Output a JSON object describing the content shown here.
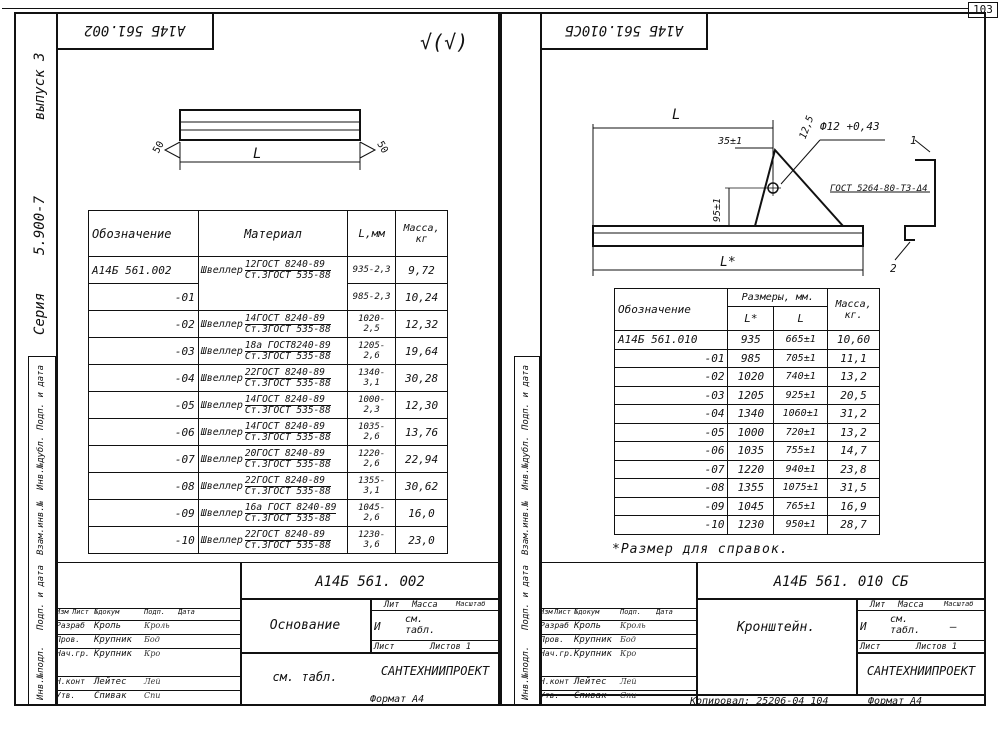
{
  "page_number": "103",
  "left": {
    "stamp_code": "А14Б 561.002",
    "roughness": "√(√)",
    "side_labels": {
      "series": "Серия",
      "series_no": "5.900-7",
      "issue": "выпуск 3"
    },
    "dim_L": "L",
    "weld_marks": [
      "50",
      "50"
    ],
    "table": {
      "headers": {
        "designation": "Обозначение",
        "material": "Материал",
        "length": "L,мм",
        "mass": "Масса, кг"
      },
      "rows": [
        {
          "des": "А14Б 561.002",
          "mat_top": "12ГОСТ 8240-89",
          "mat_bot": "Ст.3ГОСТ 535-88",
          "len": "935-2,3",
          "mass": "9,72"
        },
        {
          "des": "-01",
          "mat_top": "",
          "mat_bot": "",
          "len": "985-2,3",
          "mass": "10,24"
        },
        {
          "des": "-02",
          "mat_top": "14ГОСТ 8240-89",
          "mat_bot": "Ст.3ГОСТ 535-88",
          "len": "1020-2,5",
          "mass": "12,32"
        },
        {
          "des": "-03",
          "mat_top": "18а ГОСТ8240-89",
          "mat_bot": "Ст.3ГОСТ 535-88",
          "len": "1205-2,6",
          "mass": "19,64"
        },
        {
          "des": "-04",
          "mat_top": "22ГОСТ 8240-89",
          "mat_bot": "Ст.3ГОСТ 535-88",
          "len": "1340-3,1",
          "mass": "30,28"
        },
        {
          "des": "-05",
          "mat_top": "14ГОСТ 8240-89",
          "mat_bot": "Ст.3ГОСТ 535-88",
          "len": "1000-2,3",
          "mass": "12,30"
        },
        {
          "des": "-06",
          "mat_top": "14ГОСТ 8240-89",
          "mat_bot": "Ст.3ГОСТ 535-88",
          "len": "1035-2,6",
          "mass": "13,76"
        },
        {
          "des": "-07",
          "mat_top": "20ГОСТ 8240-89",
          "mat_bot": "Ст.3ГОСТ 535-88",
          "len": "1220-2,6",
          "mass": "22,94"
        },
        {
          "des": "-08",
          "mat_top": "22ГОСТ 8240-89",
          "mat_bot": "Ст.3ГОСТ 535-88",
          "len": "1355-3,1",
          "mass": "30,62"
        },
        {
          "des": "-09",
          "mat_top": "16а ГОСТ 8240-89",
          "mat_bot": "Ст.3ГОСТ 535-88",
          "len": "1045-2,6",
          "mass": "16,0"
        },
        {
          "des": "-10",
          "mat_top": "22ГОСТ 8240-89",
          "mat_bot": "Ст.3ГОСТ 535-88",
          "len": "1230-3,6",
          "mass": "23,0"
        }
      ],
      "material_word": "Швеллер"
    },
    "title_block": {
      "code": "А14Б 561. 002",
      "name": "Основание",
      "note": "см. табл.",
      "lit": "Лит",
      "mass": "Масса",
      "scale": "Масштаб",
      "lit_val": "И",
      "mass_val": "см. табл.",
      "sheet": "Лист",
      "sheets": "Листов 1",
      "org": "САНТЕХНИИПРОЕКТ",
      "col_heads": [
        "Изм",
        "Лист",
        "№докум",
        "Подп.",
        "Дата"
      ],
      "roles": [
        {
          "role": "Разраб",
          "name": "Кроль",
          "sign": "Кроль"
        },
        {
          "role": "Пров.",
          "name": "Крупник",
          "sign": "Бод"
        },
        {
          "role": "Нач.гр.",
          "name": "Крупник",
          "sign": "Кро"
        },
        {
          "role": "Н.конт",
          "name": "Лейтес",
          "sign": "Лей"
        },
        {
          "role": "Утв.",
          "name": "Спивак",
          "sign": "Спи"
        }
      ],
      "format": "Формат А4"
    },
    "margin_labels": [
      "Инв.№подл.",
      "Подп. и дата",
      "Взам.инв.№",
      "Инв.№дубл.",
      "Подп. и дата"
    ]
  },
  "right": {
    "stamp_code": "А14Б 561.010СБ",
    "dims": {
      "L": "L",
      "L_star": "L*",
      "d35": "35±1",
      "d95": "95±1",
      "d12_5": "12,5",
      "hole": "Ф12 +0,43",
      "gost": "ГОСТ 5264-80-Т3-Δ4",
      "pos1": "1",
      "pos2": "2"
    },
    "table": {
      "headers": {
        "designation": "Обозначение",
        "sizes": "Размеры, мм.",
        "mass": "Масса, кг.",
        "lstar": "L*",
        "l": "L"
      },
      "rows": [
        {
          "des": "А14Б 561.010",
          "ls": "935",
          "l": "665±1",
          "mass": "10,60"
        },
        {
          "des": "-01",
          "ls": "985",
          "l": "705±1",
          "mass": "11,1"
        },
        {
          "des": "-02",
          "ls": "1020",
          "l": "740±1",
          "mass": "13,2"
        },
        {
          "des": "-03",
          "ls": "1205",
          "l": "925±1",
          "mass": "20,5"
        },
        {
          "des": "-04",
          "ls": "1340",
          "l": "1060±1",
          "mass": "31,2"
        },
        {
          "des": "-05",
          "ls": "1000",
          "l": "720±1",
          "mass": "13,2"
        },
        {
          "des": "-06",
          "ls": "1035",
          "l": "755±1",
          "mass": "14,7"
        },
        {
          "des": "-07",
          "ls": "1220",
          "l": "940±1",
          "mass": "23,8"
        },
        {
          "des": "-08",
          "ls": "1355",
          "l": "1075±1",
          "mass": "31,5"
        },
        {
          "des": "-09",
          "ls": "1045",
          "l": "765±1",
          "mass": "16,9"
        },
        {
          "des": "-10",
          "ls": "1230",
          "l": "950±1",
          "mass": "28,7"
        }
      ]
    },
    "note": "*Размер для справок.",
    "title_block": {
      "code": "А14Б 561. 010 СБ",
      "name": "Кронштейн.",
      "lit": "Лит",
      "mass": "Масса",
      "scale": "Масштаб",
      "lit_val": "И",
      "mass_val": "см. табл.",
      "scale_val": "—",
      "sheet": "Лист",
      "sheets": "Листов 1",
      "org": "САНТЕХНИИПРОЕКТ",
      "col_heads": [
        "Изм",
        "Лист",
        "№докум",
        "Подп.",
        "Дата"
      ],
      "roles": [
        {
          "role": "Разраб",
          "name": "Кроль",
          "sign": "Кроль"
        },
        {
          "role": "Пров.",
          "name": "Крупник",
          "sign": "Бод"
        },
        {
          "role": "Нач.гр.",
          "name": "Крупник",
          "sign": "Кро"
        },
        {
          "role": "Н.конт",
          "name": "Лейтес",
          "sign": "Лей"
        },
        {
          "role": "Утв.",
          "name": "Спивак",
          "sign": "Спи"
        }
      ],
      "copied": "Копировал: 25206-04 104",
      "format": "Формат А4"
    },
    "margin_labels": [
      "Инв.№подл.",
      "Подп. и дата",
      "Взам.инв.№",
      "Инв.№дубл.",
      "Подп. и дата"
    ]
  }
}
